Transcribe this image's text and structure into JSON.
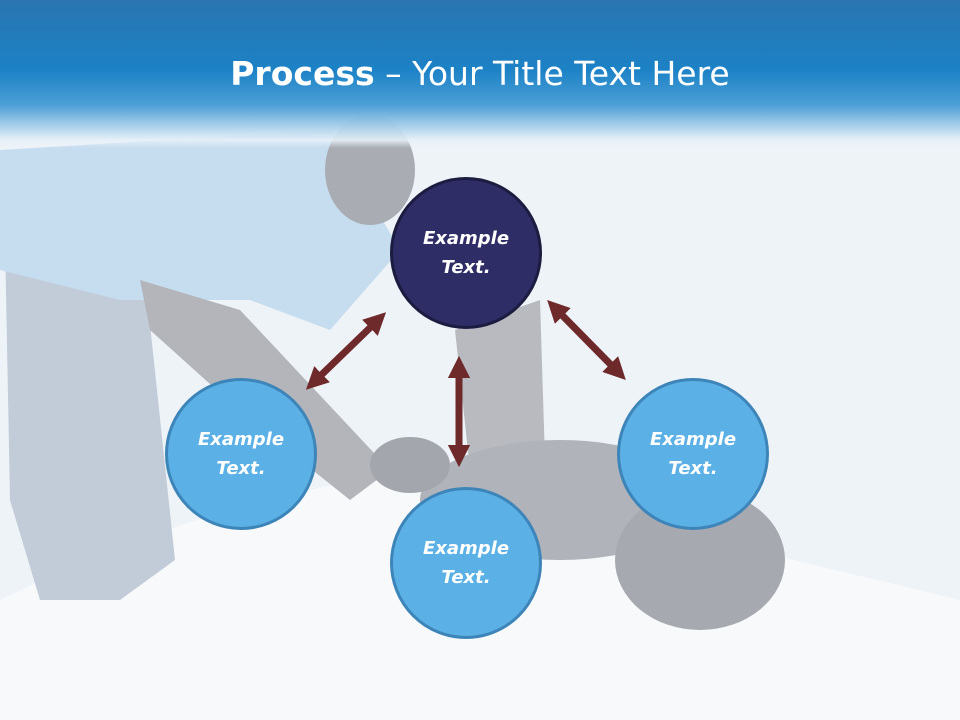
{
  "slide": {
    "title_strong": "Process",
    "title_rest": " – Your Title Text Here"
  },
  "diagram": {
    "nodes": [
      {
        "id": "top",
        "label": "Example Text."
      },
      {
        "id": "left",
        "label": "Example Text."
      },
      {
        "id": "bottom",
        "label": "Example Text."
      },
      {
        "id": "right",
        "label": "Example Text."
      }
    ],
    "edges": [
      {
        "from": "top",
        "to": "left",
        "direction": "both"
      },
      {
        "from": "top",
        "to": "right",
        "direction": "both"
      },
      {
        "from": "top",
        "to": "bottom",
        "direction": "both"
      }
    ]
  },
  "colors": {
    "header_blue": "#1c82c6",
    "node_dark": "#2f2d66",
    "node_light": "#5bb0e5",
    "arrow": "#6e2a2a"
  }
}
